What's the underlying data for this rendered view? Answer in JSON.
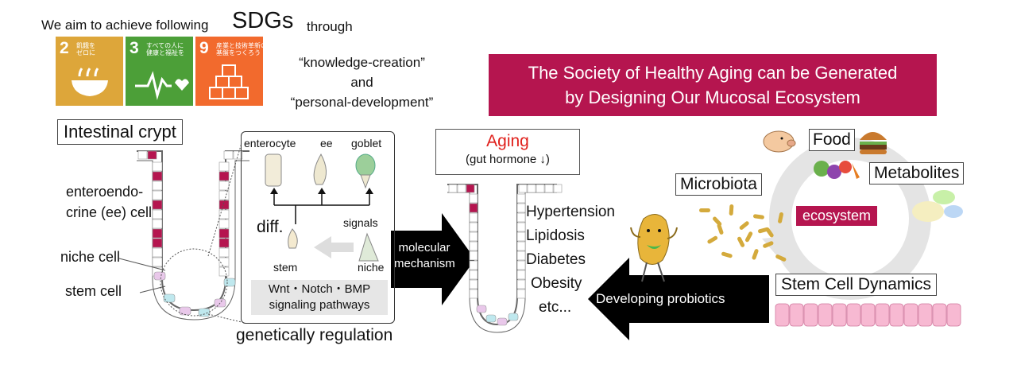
{
  "header": {
    "prefix": "We aim to achieve following",
    "sdgs": "SDGs",
    "suffix": "through",
    "quote_line1": "“knowledge-creation”",
    "quote_line2": "and",
    "quote_line3": "“personal-development”"
  },
  "sdg_tiles": [
    {
      "num": "2",
      "text": "飢餓を\nゼロに",
      "color": "#dda63a"
    },
    {
      "num": "3",
      "text": "すべての人に\n健康と福祉を",
      "color": "#4c9f38"
    },
    {
      "num": "9",
      "text": "産業と技術革新の\n基盤をつくろう",
      "color": "#f26a2d"
    }
  ],
  "banner": {
    "line1": "The Society of Healthy Aging can be Generated",
    "line2": "by Designing Our Mucosal Ecosystem",
    "color": "#b5154f"
  },
  "crypt": {
    "title": "Intestinal crypt",
    "label_ee_1": "enteroendo-",
    "label_ee_2": "crine (ee) cell",
    "label_niche": "niche cell",
    "label_stem": "stem cell"
  },
  "diff_box": {
    "enterocyte": "enterocyte",
    "ee": "ee",
    "goblet": "goblet",
    "diff": "diff.",
    "signals": "signals",
    "stem": "stem",
    "niche": "niche",
    "pathways_line1": "Wnt・Notch・BMP",
    "pathways_line2": "signaling pathways",
    "caption": "genetically regulation"
  },
  "molecular_arrow": {
    "line1": "molecular",
    "line2": "mechanism"
  },
  "aging": {
    "title": "Aging",
    "subtitle": "(gut hormone ↓)",
    "title_color": "#e0201c"
  },
  "diseases": [
    "Hypertension",
    "Lipidosis",
    "Diabetes",
    "Obesity",
    "etc..."
  ],
  "probiotics_arrow": "Developing probiotics",
  "ecosystem": {
    "food": "Food",
    "metabolites": "Metabolites",
    "microbiota": "Microbiota",
    "ecosystem": "ecosystem",
    "stem_cell_dynamics": "Stem Cell Dynamics",
    "ecosystem_color": "#b5154f"
  },
  "colors": {
    "ee_cell": "#b5154f",
    "stem_cell": "#bfe8ee",
    "niche_cell": "#e9c8ea"
  }
}
